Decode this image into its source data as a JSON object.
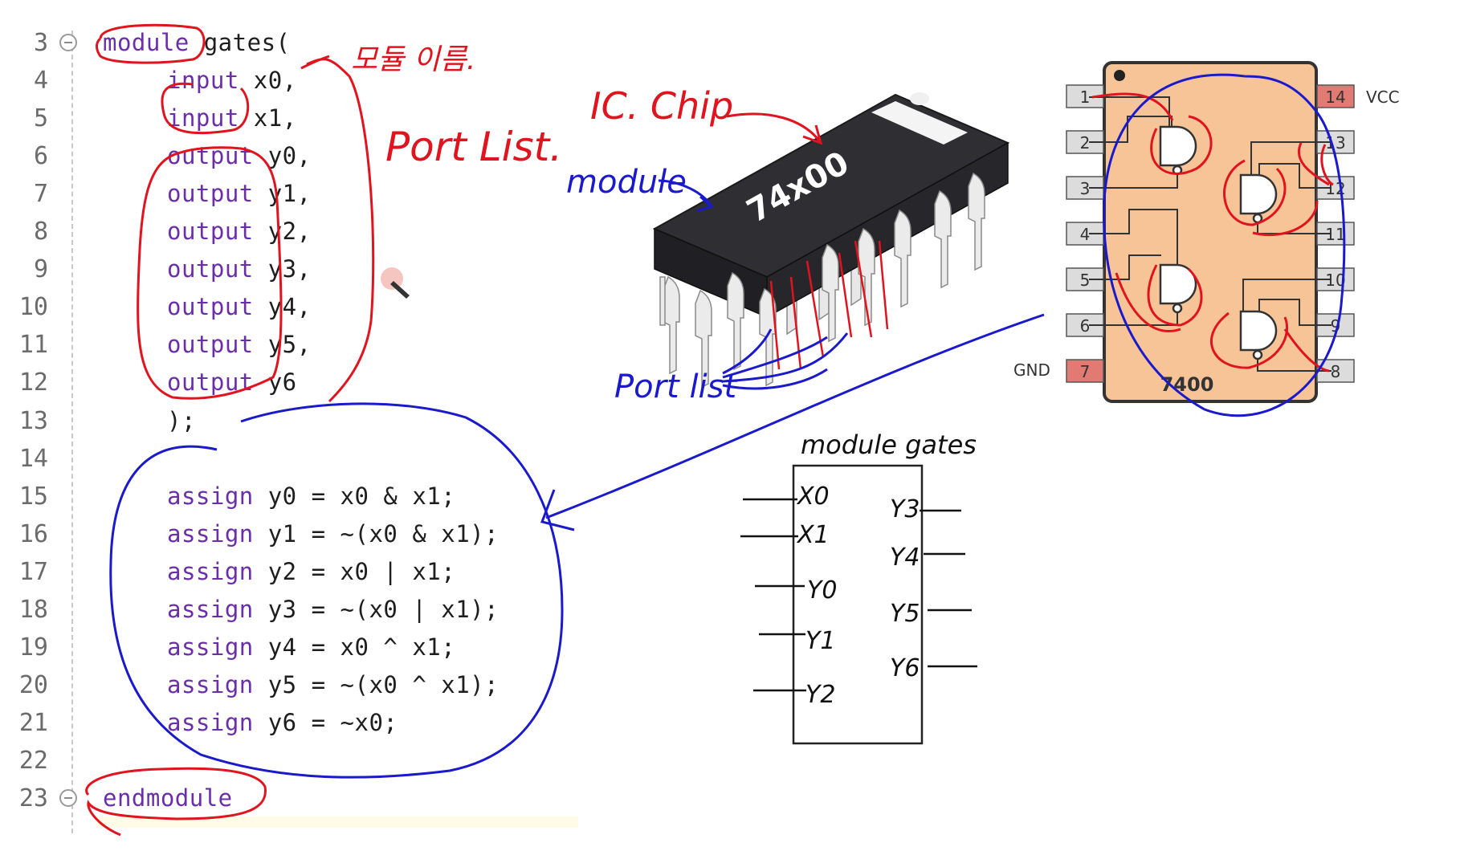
{
  "editor": {
    "lines": [
      {
        "num": "3",
        "kw": "module",
        "rest": " gates(",
        "indent": false,
        "fold": true
      },
      {
        "num": "4",
        "kw": "input",
        "rest": " x0,",
        "indent": true,
        "fold": false
      },
      {
        "num": "5",
        "kw": "input",
        "rest": " x1,",
        "indent": true,
        "fold": false
      },
      {
        "num": "6",
        "kw": "output",
        "rest": " y0,",
        "indent": true,
        "fold": false
      },
      {
        "num": "7",
        "kw": "output",
        "rest": " y1,",
        "indent": true,
        "fold": false
      },
      {
        "num": "8",
        "kw": "output",
        "rest": " y2,",
        "indent": true,
        "fold": false
      },
      {
        "num": "9",
        "kw": "output",
        "rest": " y3,",
        "indent": true,
        "fold": false
      },
      {
        "num": "10",
        "kw": "output",
        "rest": " y4,",
        "indent": true,
        "fold": false
      },
      {
        "num": "11",
        "kw": "output",
        "rest": " y5,",
        "indent": true,
        "fold": false
      },
      {
        "num": "12",
        "kw": "output",
        "rest": " y6",
        "indent": true,
        "fold": false
      },
      {
        "num": "13",
        "kw": "",
        "rest": ");",
        "indent": true,
        "fold": false
      },
      {
        "num": "14",
        "kw": "",
        "rest": "",
        "indent": true,
        "fold": false
      },
      {
        "num": "15",
        "kw": "assign",
        "rest": " y0 = x0 & x1;",
        "indent": true,
        "fold": false
      },
      {
        "num": "16",
        "kw": "assign",
        "rest": " y1 = ~(x0 & x1);",
        "indent": true,
        "fold": false
      },
      {
        "num": "17",
        "kw": "assign",
        "rest": " y2 = x0 | x1;",
        "indent": true,
        "fold": false
      },
      {
        "num": "18",
        "kw": "assign",
        "rest": " y3 = ~(x0 | x1);",
        "indent": true,
        "fold": false
      },
      {
        "num": "19",
        "kw": "assign",
        "rest": " y4 = x0 ^ x1;",
        "indent": true,
        "fold": false
      },
      {
        "num": "20",
        "kw": "assign",
        "rest": " y5 = ~(x0 ^ x1);",
        "indent": true,
        "fold": false
      },
      {
        "num": "21",
        "kw": "assign",
        "rest": " y6 = ~x0;",
        "indent": true,
        "fold": false
      },
      {
        "num": "22",
        "kw": "",
        "rest": "",
        "indent": true,
        "fold": false
      },
      {
        "num": "23",
        "kw": "endmodule",
        "rest": "",
        "indent": false,
        "fold": true
      }
    ]
  },
  "annotations": {
    "module_name_ko": "모듈 이름.",
    "port_list": "Port List.",
    "ic_chip": "IC. Chip",
    "module": "module",
    "port_list_2": "Port list",
    "module_gates": "module gates"
  },
  "chip": {
    "marking": "74x00"
  },
  "pinout": {
    "title": "7400",
    "vcc": "VCC",
    "gnd": "GND",
    "left_pins": [
      "1",
      "2",
      "3",
      "4",
      "5",
      "6",
      "7"
    ],
    "right_pins": [
      "14",
      "13",
      "12",
      "11",
      "10",
      "9",
      "8"
    ]
  },
  "block": {
    "left_ports": [
      "X0",
      "X1",
      "Y0",
      "Y1",
      "Y2"
    ],
    "right_ports": [
      "Y3",
      "Y4",
      "Y5",
      "Y6"
    ]
  },
  "colors": {
    "keyword": "#6a2fa8",
    "red_pen": "#e0141e",
    "blue_pen": "#1a1acc",
    "chip_body": "#f7c498",
    "pin_power": "#e07a72"
  }
}
